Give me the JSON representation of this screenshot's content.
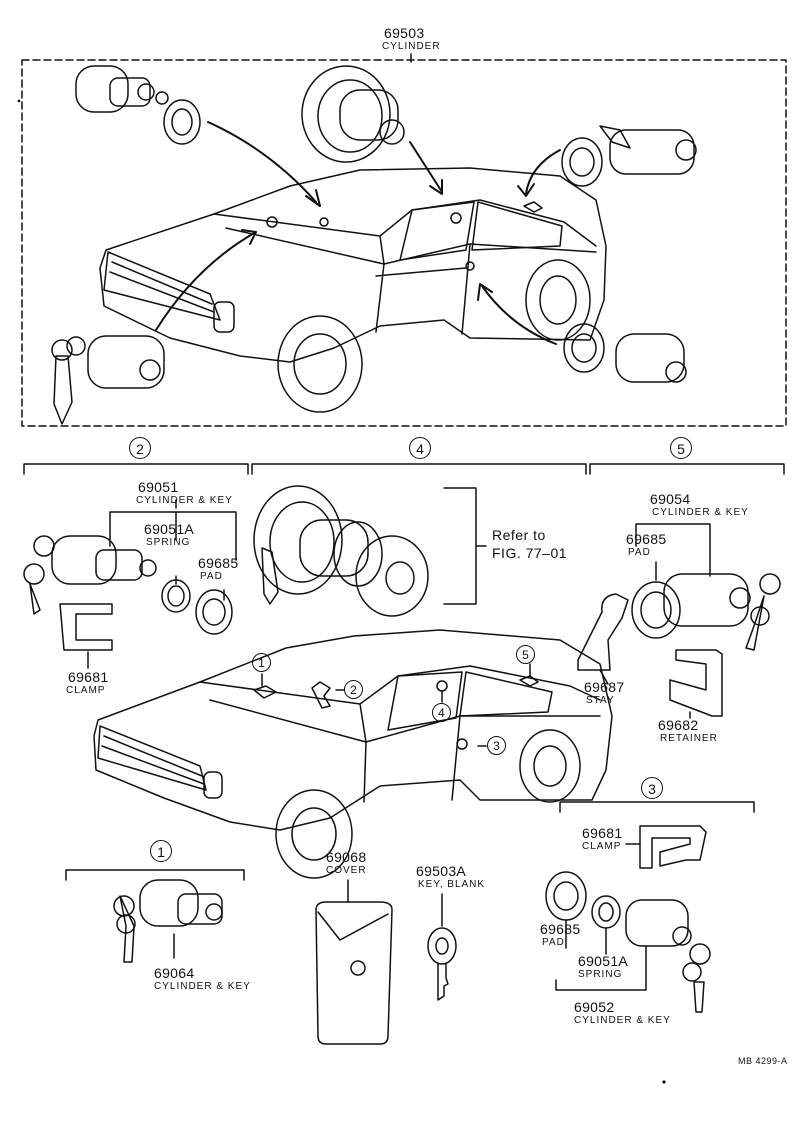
{
  "top": {
    "part_no": "69503",
    "part_name": "CYLINDER"
  },
  "sections": {
    "s2": "2",
    "s4": "4",
    "s5": "5",
    "s3": "3",
    "s1": "1"
  },
  "car_markers": {
    "m1": "1",
    "m2": "2",
    "m3": "3",
    "m4": "4",
    "m5": "5"
  },
  "parts": {
    "p69051": {
      "no": "69051",
      "name": "CYLINDER & KEY"
    },
    "p69051a_l": {
      "no": "69051A",
      "name": "SPRING"
    },
    "p69685_l": {
      "no": "69685",
      "name": "PAD"
    },
    "p69681_l": {
      "no": "69681",
      "name": "CLAMP"
    },
    "p69054": {
      "no": "69054",
      "name": "CYLINDER & KEY"
    },
    "p69685_r": {
      "no": "69685",
      "name": "PAD"
    },
    "p69687": {
      "no": "69687",
      "name": "STAY"
    },
    "p69682": {
      "no": "69682",
      "name": "RETAINER"
    },
    "p69064": {
      "no": "69064",
      "name": "CYLINDER & KEY"
    },
    "p69068": {
      "no": "69068",
      "name": "COVER"
    },
    "p69503a": {
      "no": "69503A",
      "name": "KEY, BLANK"
    },
    "p69681_r": {
      "no": "69681",
      "name": "CLAMP"
    },
    "p69685_b": {
      "no": "69685",
      "name": "PAD"
    },
    "p69051a_b": {
      "no": "69051A",
      "name": "SPRING"
    },
    "p69052": {
      "no": "69052",
      "name": "CYLINDER & KEY"
    }
  },
  "refer": {
    "line1": "Refer to",
    "line2": "FIG. 77–01"
  },
  "footer": {
    "code": "MB 4299-A"
  }
}
